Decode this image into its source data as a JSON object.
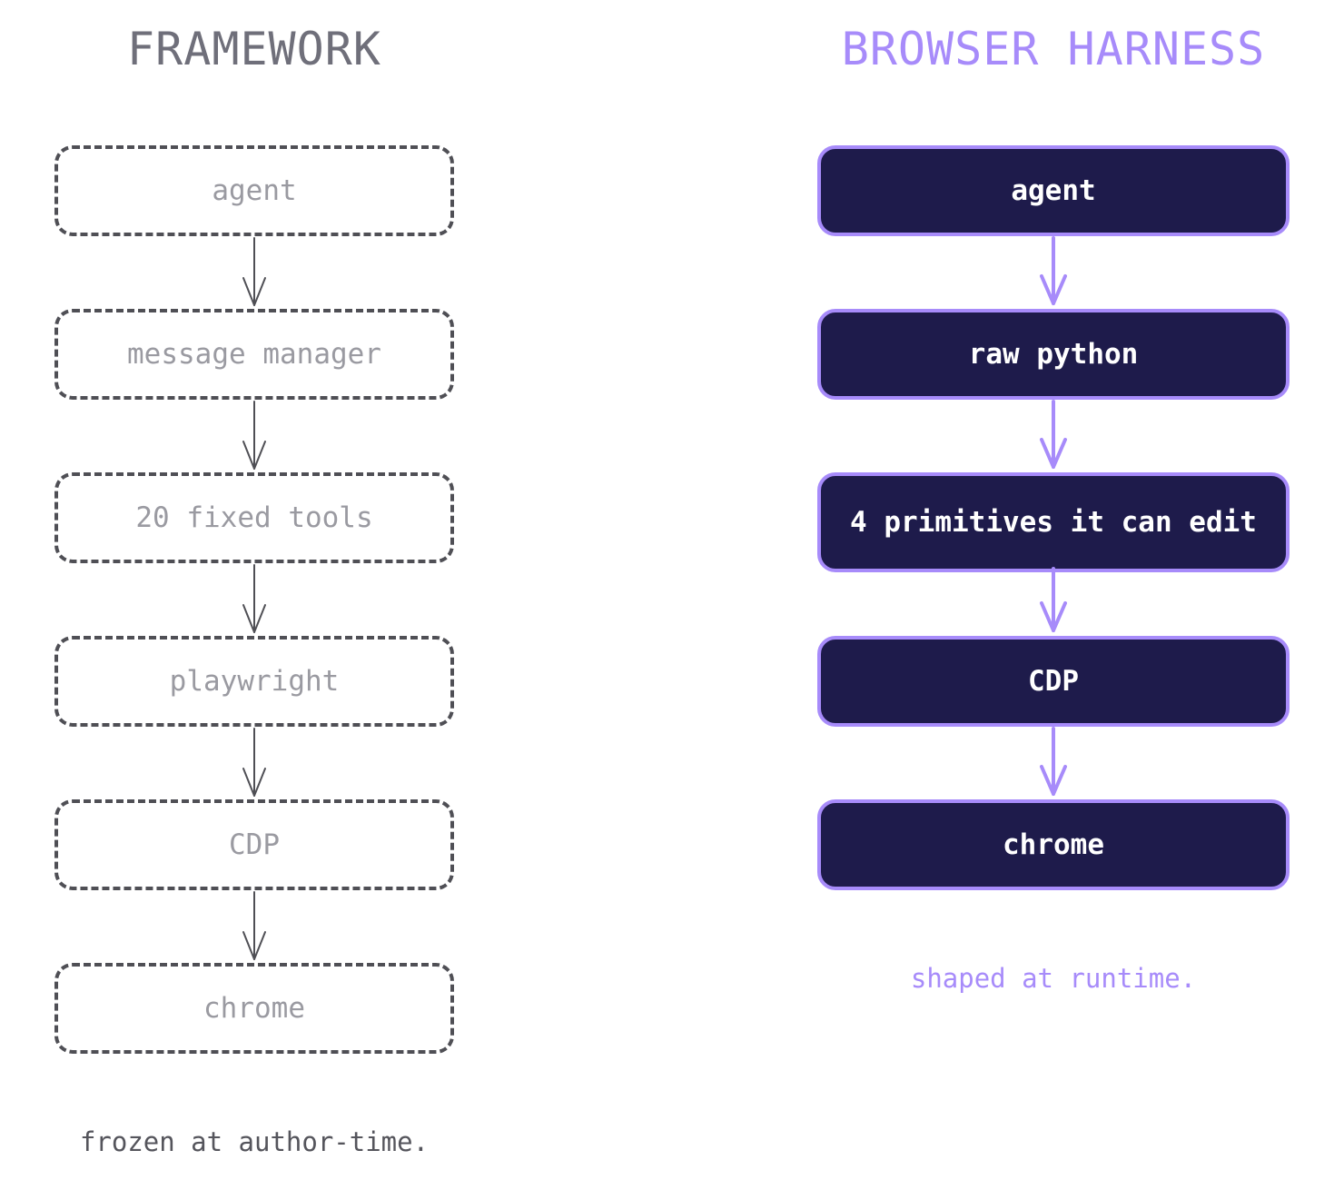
{
  "framework": {
    "title": "FRAMEWORK",
    "layers": [
      "agent",
      "message manager",
      "20 fixed tools",
      "playwright",
      "CDP",
      "chrome"
    ],
    "caption": "frozen at author-time."
  },
  "browser_harness": {
    "title": "BROWSER HARNESS",
    "layers": [
      "agent",
      "raw python",
      "4 primitives it can edit",
      "CDP",
      "chrome"
    ],
    "caption": "shaped at runtime."
  },
  "colors": {
    "framework_border": "#4f4f55",
    "framework_text": "#9a9aa1",
    "harness_accent": "#a78bfa",
    "harness_fill": "#1e1b4b"
  },
  "icons": {
    "connector": "arrow-down-icon"
  }
}
